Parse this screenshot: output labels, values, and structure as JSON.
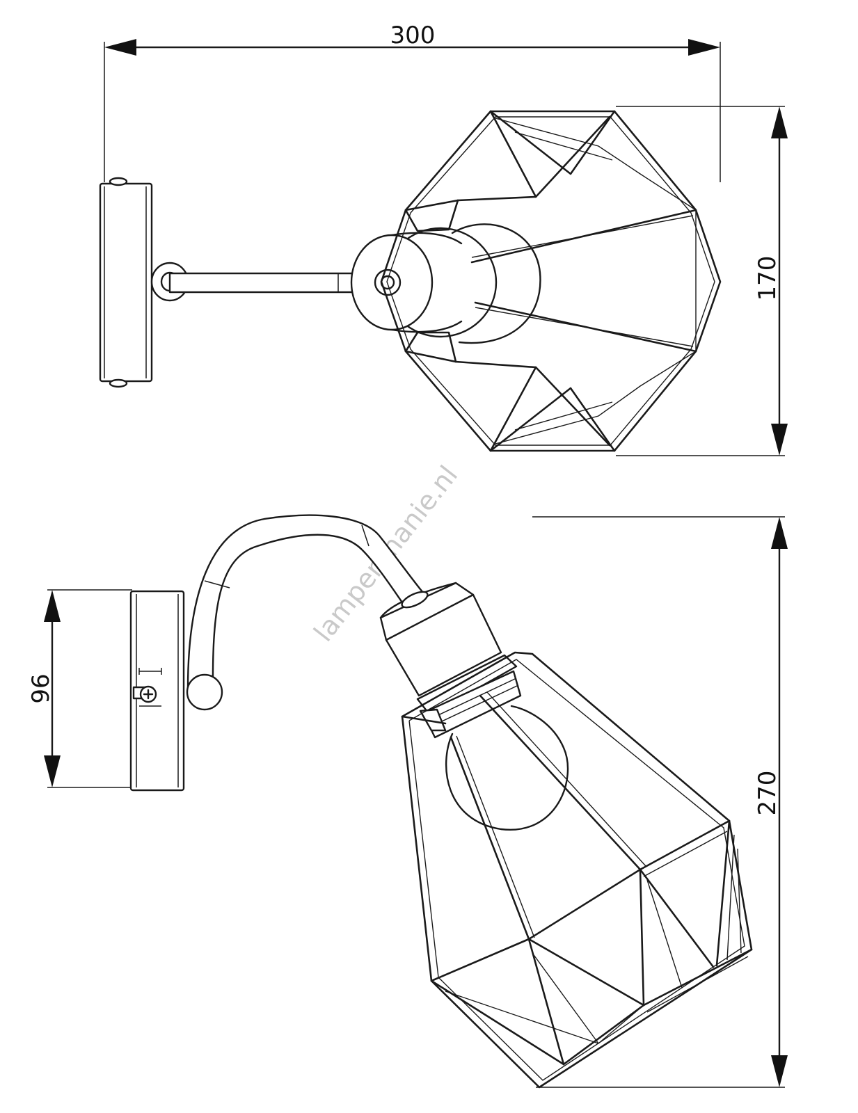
{
  "dimensions": {
    "top_width": "300",
    "top_height": "170",
    "side_plate_height": "96",
    "side_height": "270"
  },
  "watermark": "lampenmanie.nl"
}
